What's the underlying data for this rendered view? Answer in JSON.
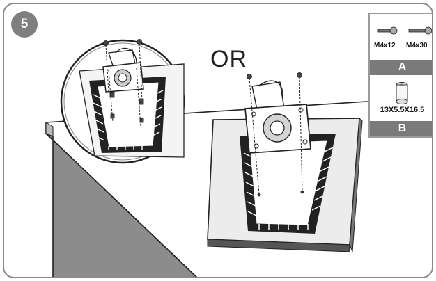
{
  "step": {
    "number": "5"
  },
  "or_text": "OR",
  "parts": {
    "a": {
      "label": "A",
      "screws": [
        "M4x12",
        "M4x30"
      ]
    },
    "b": {
      "label": "B",
      "spacer": "13X5.5X16.5"
    }
  }
}
